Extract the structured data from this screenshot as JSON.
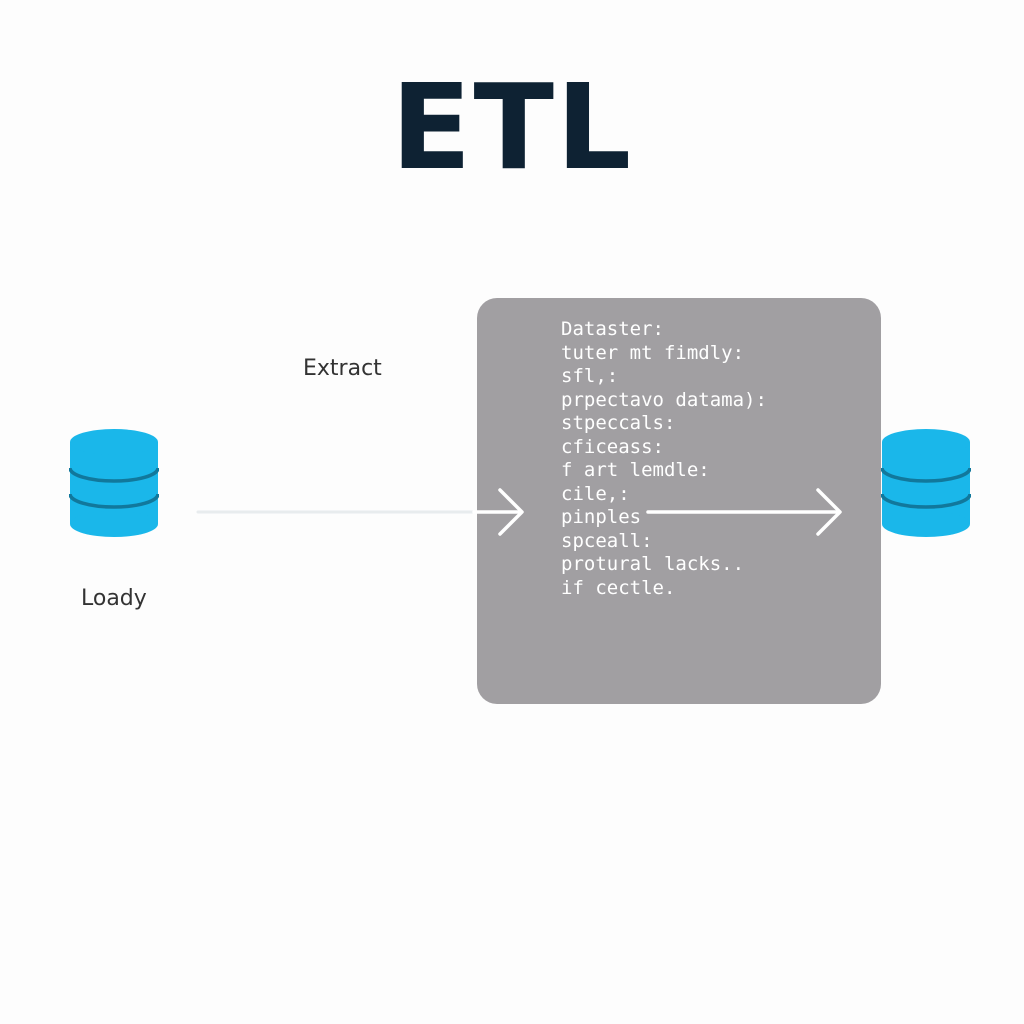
{
  "title": "ETL",
  "labels": {
    "extract": "Extract",
    "loady": "Loady"
  },
  "code_box": {
    "lines": [
      "Dataster:",
      "tuter mt fimdly:",
      "sfl,:",
      "prpectavo datama):",
      "stpeccals:",
      "cficeass:",
      "f art lemdle:",
      "cile,:",
      "pinples",
      "spceall:",
      "protural lacks..",
      "if cectle."
    ]
  },
  "icons": {
    "source": "database-icon",
    "target": "database-icon"
  },
  "colors": {
    "title": "#0e2233",
    "label": "#333333",
    "database_fill": "#1ab7ea",
    "database_band": "#11789c",
    "code_box_bg": "#a19fa2",
    "code_text": "#ffffff",
    "connector": "#e8ecee",
    "arrow": "#ffffff"
  }
}
